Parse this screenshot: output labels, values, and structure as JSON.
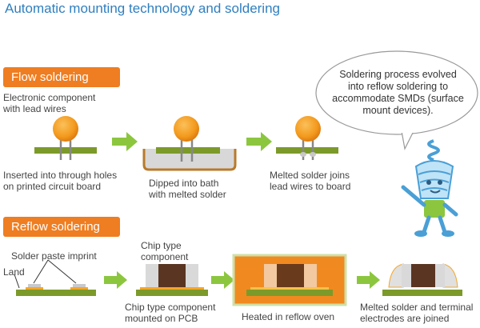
{
  "title": "Automatic mounting technology and soldering",
  "flow": {
    "heading": "Flow soldering",
    "component_label": [
      "Electronic component",
      "with lead wires"
    ],
    "step1": [
      "Inserted into through holes",
      "on printed circuit board"
    ],
    "step2": [
      "Dipped into bath",
      "with melted solder"
    ],
    "step3": [
      "Melted solder joins",
      "lead wires to board"
    ]
  },
  "reflow": {
    "heading": "Reflow soldering",
    "paste_label": "Solder paste imprint",
    "land_label": "Land",
    "chip_label": [
      "Chip type",
      "component"
    ],
    "step1": [
      "Chip type component",
      "mounted on PCB"
    ],
    "step2": "Heated in reflow oven",
    "step3": [
      "Melted solder and terminal",
      "electrodes are joined"
    ]
  },
  "bubble": {
    "lines": [
      "Soldering process evolved",
      "into reflow soldering to",
      "accommodate SMDs (surface",
      "mount devices)."
    ]
  },
  "colors": {
    "title_blue": "#2f7fbf",
    "banner_orange": "#ef7d21",
    "pcb_green": "#7c9a2a",
    "arrow_green": "#8cc63f",
    "component_orange": "#f39a1e",
    "oven_orange": "#f08a20"
  }
}
